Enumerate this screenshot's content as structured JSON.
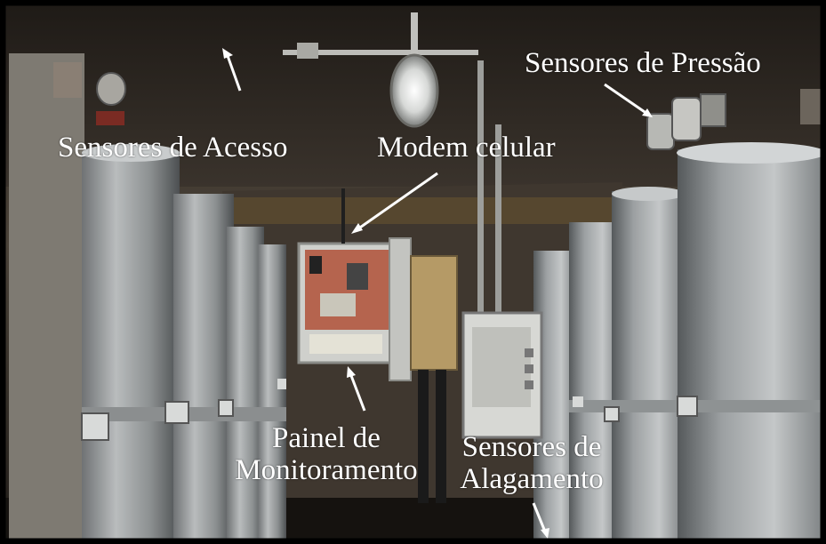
{
  "labels": {
    "pressure_sensors": "Sensores de Pressão",
    "access_sensors": "Sensores de Acesso",
    "cell_modem": "Modem celular",
    "monitoring_panel_line1": "Painel de",
    "monitoring_panel_line2": "Monitoramento",
    "flood_sensors_line1": "Sensores de",
    "flood_sensors_line2": "Alagamento"
  },
  "colors": {
    "frame_border": "#000000",
    "label_text": "#ffffff",
    "arrow": "#ffffff",
    "wall": "#4a4238",
    "cylinder": "#9fa3a4",
    "panel": "#d9d9d6"
  }
}
